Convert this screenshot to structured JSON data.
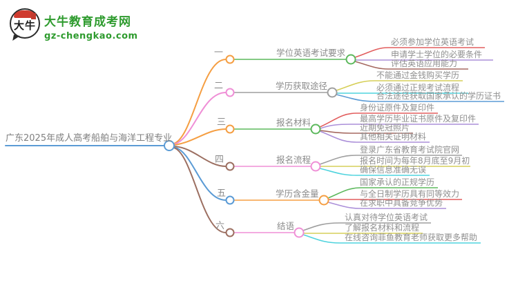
{
  "logo": {
    "icon_text": "大牛",
    "title": "大牛教育成考网",
    "url": "gz-chengkao.com"
  },
  "palette": {
    "brand_green": "#2e9b2e",
    "logo_red": "#cf3b2f",
    "node_blue": "#5b9bd5",
    "orange": "#f59e42",
    "pink": "#ef8fd6",
    "brown": "#9c6f61",
    "green": "#5cb85c",
    "gray": "#9e9e9e",
    "red": "#e25d5d",
    "purple": "#ab8fd9",
    "brick": "#a56960",
    "cyan": "#4ed3dd",
    "yellow": "#d6cf58",
    "text_gray": "#8b8b8b"
  },
  "mindmap": {
    "root": "广东2025年成人高考船舶与海洋工程专业",
    "branches": [
      {
        "num": "一",
        "topic": "学位英语考试要求",
        "leaves": [
          "必须参加学位英语考试",
          "申请学士学位的必要条件",
          "评估英语应用能力"
        ]
      },
      {
        "num": "二",
        "topic": "学历获取途径",
        "leaves": [
          "不能通过金钱购买学历",
          "必须通过正规考试流程",
          "合法途径获取国家承认的学历证书"
        ]
      },
      {
        "num": "三",
        "topic": "报名材料",
        "leaves": [
          "身份证原件及复印件",
          "最高学历毕业证书原件及复印件",
          "近期免冠照片",
          "其他相关证明材料"
        ]
      },
      {
        "num": "四",
        "topic": "报名流程",
        "leaves": [
          "登录广东省教育考试院官网",
          "报名时间为每年8月底至9月初",
          "确保信息准确无误"
        ]
      },
      {
        "num": "五",
        "topic": "学历含金量",
        "leaves": [
          "国家承认的正规学历",
          "与全日制学历具有同等效力",
          "在求职中具备竞争优势"
        ]
      },
      {
        "num": "六",
        "topic": "结语",
        "leaves": [
          "认真对待学位英语考试",
          "了解报名材料和流程",
          "在线咨询菲鱼教育老师获取更多帮助"
        ]
      }
    ]
  }
}
